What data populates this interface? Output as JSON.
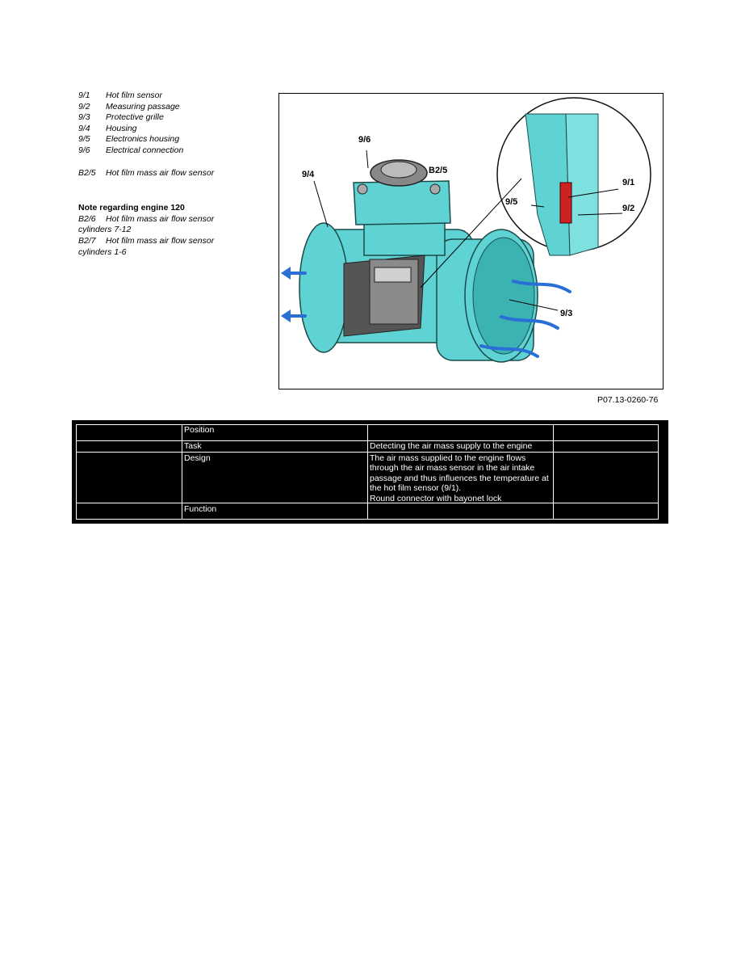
{
  "legend": {
    "items": [
      {
        "code": "9/1",
        "label": "Hot film sensor"
      },
      {
        "code": "9/2",
        "label": "Measuring passage"
      },
      {
        "code": "9/3",
        "label": "Protective grille"
      },
      {
        "code": "9/4",
        "label": "Housing"
      },
      {
        "code": "9/5",
        "label": "Electronics housing"
      },
      {
        "code": "9/6",
        "label": "Electrical connection"
      }
    ],
    "main": {
      "code": "B2/5",
      "label": "Hot film mass air flow sensor"
    },
    "note_title": "Note regarding engine 120",
    "note_items": [
      {
        "code": "B2/6",
        "label": "Hot film mass air flow sensor",
        "cont": "cylinders 7-12"
      },
      {
        "code": "B2/7",
        "label": "Hot film mass air flow sensor",
        "cont": "cylinders 1-6"
      }
    ]
  },
  "figure": {
    "callouts": {
      "c96": "9/6",
      "cb25": "B2/5",
      "c94": "9/4",
      "c95": "9/5",
      "c91": "9/1",
      "c92": "9/2",
      "c93": "9/3"
    },
    "colors": {
      "housing": "#5fd3d3",
      "dark": "#555555",
      "arrow": "#2a6fd6",
      "sensor": "#cc2222"
    },
    "caption": "P07.13-0260-76"
  },
  "table": {
    "rows": [
      {
        "label": "Position",
        "value": ""
      },
      {
        "label": "Task",
        "value": "Detecting the air mass supply to the engine"
      },
      {
        "label": "Design",
        "value": "The air mass supplied to the engine flows through the air mass sensor in the air intake passage and thus influences the temperature at the hot film sensor (9/1).",
        "value2": "Round connector with bayonet lock"
      },
      {
        "label": "Function",
        "value": ""
      }
    ]
  }
}
